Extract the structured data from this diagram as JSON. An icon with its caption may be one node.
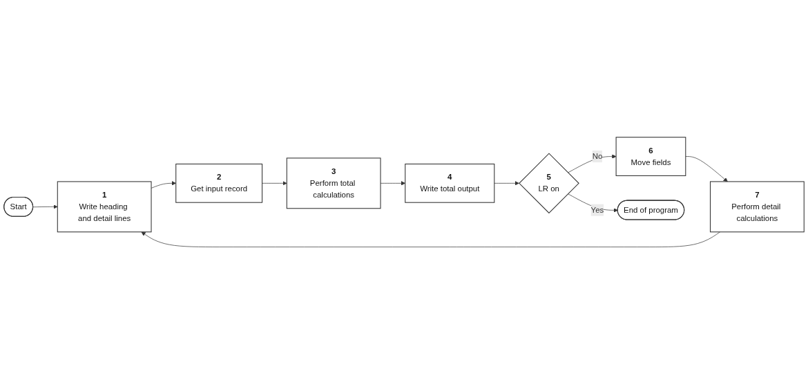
{
  "diagram": {
    "nodes": [
      {
        "text": [
          "Start"
        ]
      },
      {
        "text": [
          "1",
          "Write heading and detail lines"
        ]
      },
      {
        "text": [
          "2",
          "Get input record"
        ]
      },
      {
        "text": [
          "3",
          "Perform total calculations"
        ]
      },
      {
        "text": [
          "4",
          "Write total output"
        ]
      },
      {
        "text": [
          "5",
          "LR on"
        ]
      },
      {
        "text": [
          "6",
          "Move fields"
        ]
      },
      {
        "text": [
          "7",
          "Perform detail calculations"
        ]
      },
      {
        "text": [
          "End of program"
        ]
      }
    ],
    "edges": [
      {
        "from": 0,
        "to": 1,
        "arrow": "to"
      },
      {
        "from": 1,
        "to": 2,
        "arrow": "to"
      },
      {
        "from": 2,
        "to": 3,
        "arrow": "to"
      },
      {
        "from": 3,
        "to": 4,
        "arrow": "to"
      },
      {
        "from": 4,
        "to": 5,
        "arrow": "to"
      },
      {
        "from": 5,
        "to": 6,
        "label": "No",
        "arrow": "to"
      },
      {
        "from": 6,
        "to": 7,
        "arrow": "to"
      },
      {
        "from": 7,
        "to": 1,
        "arrow": "to"
      },
      {
        "from": 5,
        "to": 8,
        "label": "Yes",
        "arrow": "to"
      }
    ]
  }
}
